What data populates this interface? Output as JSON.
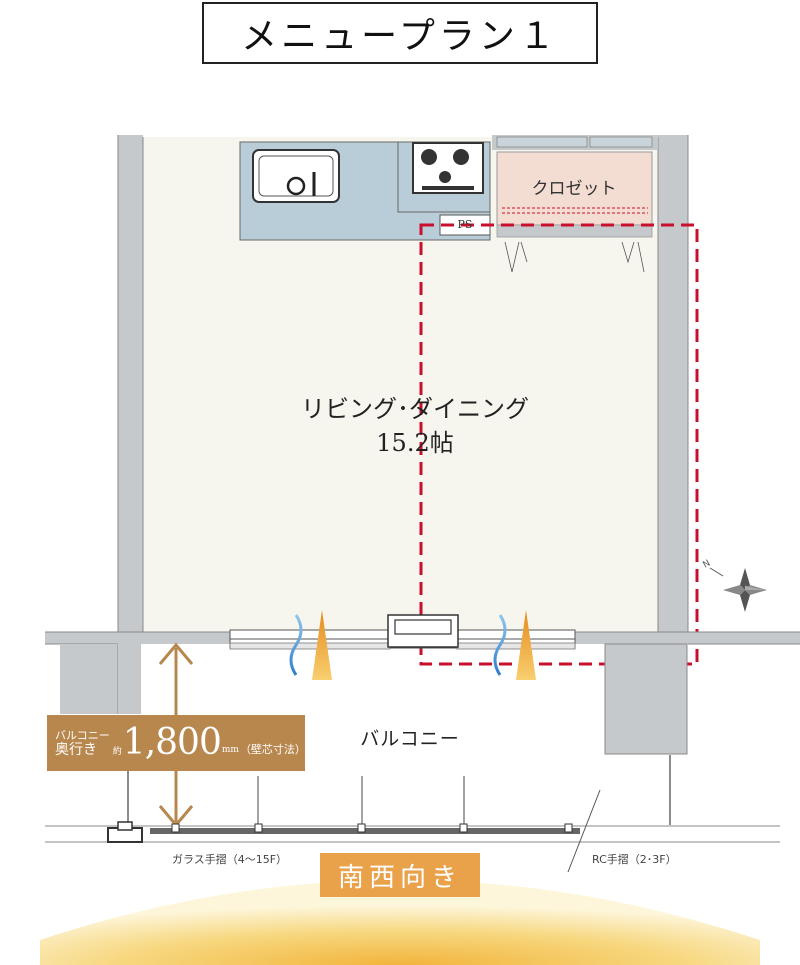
{
  "title": "メニュープラン１",
  "room": {
    "name": "リビング･ダイニング",
    "size": "15.2帖"
  },
  "closet_label": "クロゼット",
  "ps_label": "PS",
  "balcony_label": "バルコニー",
  "balcony_depth": {
    "label_line1": "バルコニー",
    "label_line2": "奥行き",
    "approx": "約",
    "value": "1,800",
    "unit": "mm",
    "note": "（壁芯寸法）"
  },
  "rails": {
    "glass": "ガラス手摺（4～15F）",
    "rc": "RC手摺（2･3F）"
  },
  "orientation": "南西向き",
  "colors": {
    "wall": "#c5c9cc",
    "floor": "#f7f6ee",
    "kitchen": "#b9cdd8",
    "closet": "#f3ddd2",
    "highlight_dash": "#c8102e",
    "depth_box": "#b8874e",
    "orientation_badge": "#e9a24a",
    "sun_glow": "#f5c04a"
  },
  "icons": [
    "sink-icon",
    "stove-icon",
    "compass-icon",
    "airflow-icon",
    "heat-icon",
    "depth-arrow-icon"
  ]
}
